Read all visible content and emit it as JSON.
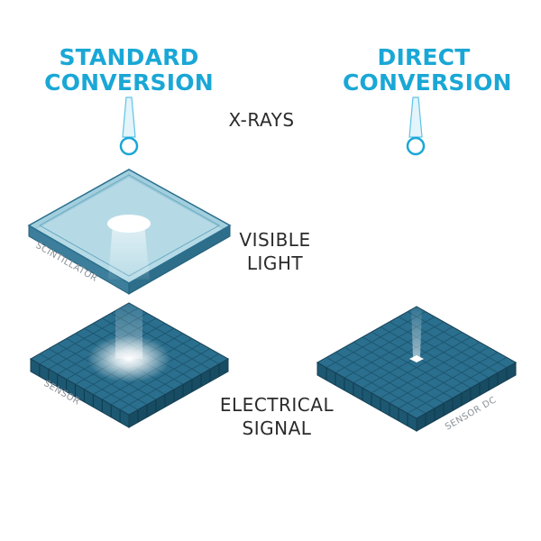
{
  "titles": {
    "standard": {
      "line1": "STANDARD",
      "line2": "CONVERSION"
    },
    "direct": {
      "line1": "DIRECT",
      "line2": "CONVERSION"
    }
  },
  "labels": {
    "xrays": "X-RAYS",
    "visible_light": {
      "line1": "VISIBLE",
      "line2": "LIGHT"
    },
    "electrical_signal": {
      "line1": "ELECTRICAL",
      "line2": "SIGNAL"
    }
  },
  "layer_tags": {
    "scintillator": "SCINTILLATOR",
    "sensor": "SENSOR",
    "sensor_dc": "SENSOR DC"
  },
  "colors": {
    "title": "#1aa7d6",
    "scintillator_top": "#a8d3e2",
    "sensor_top": "#2b6f8e",
    "sensor_side": "#1d5872"
  }
}
